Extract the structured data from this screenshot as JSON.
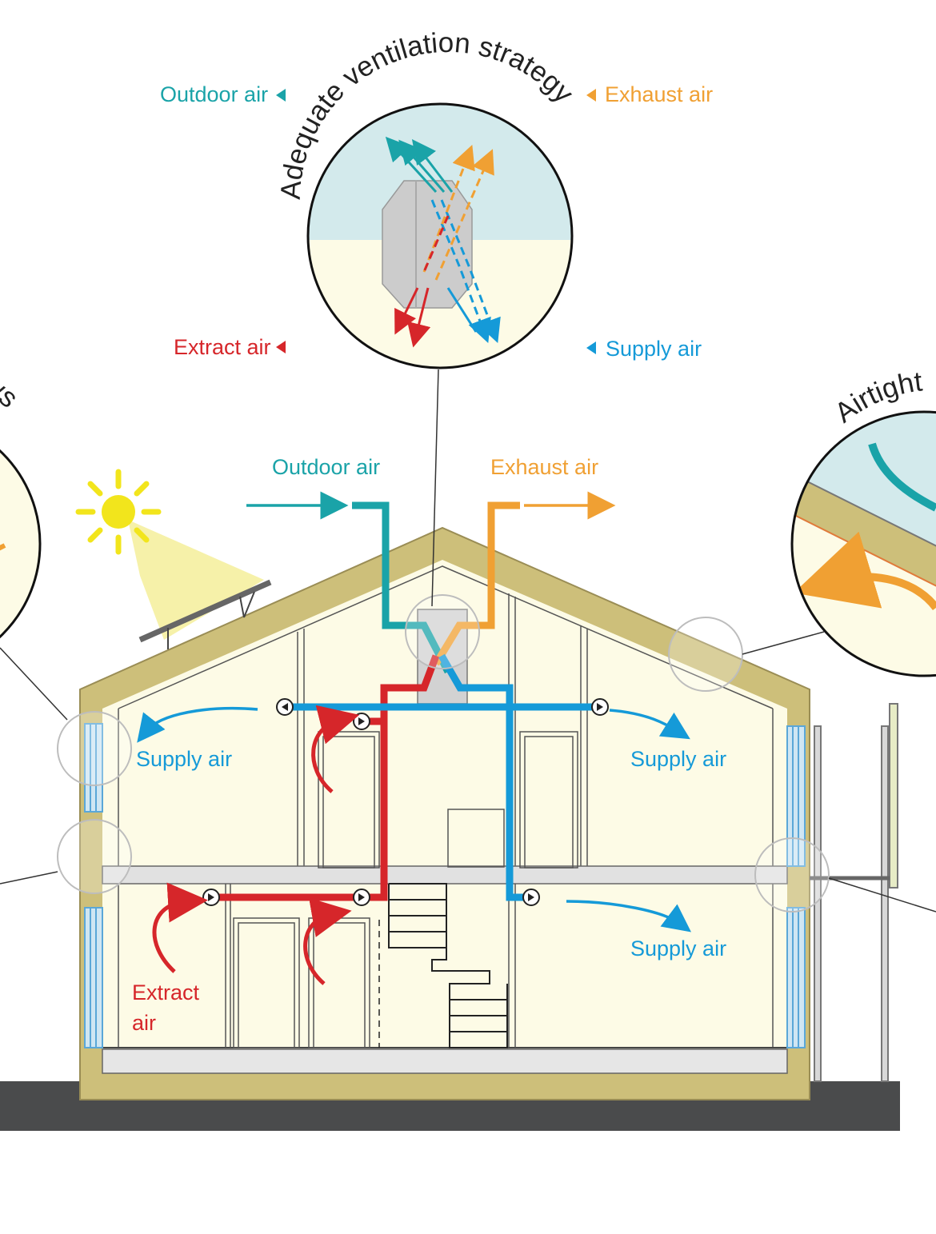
{
  "diagram": {
    "circle_titles": {
      "ventilation": "Adequate ventilation strategy",
      "airtight": "Airtight",
      "windows": "dows"
    },
    "heat_exchanger_labels": {
      "outdoor_air": "Outdoor air",
      "exhaust_air": "Exhaust air",
      "extract_air": "Extract air",
      "supply_air": "Supply air"
    },
    "roof_labels": {
      "outdoor_air": "Outdoor air",
      "exhaust_air": "Exhaust air"
    },
    "room_labels": {
      "supply_upper_left": "Supply air",
      "supply_upper_right": "Supply air",
      "supply_lower_right": "Supply air",
      "extract_line1": "Extract",
      "extract_line2": "air"
    },
    "colors": {
      "outdoor": "#1aa3a8",
      "exhaust": "#f0a033",
      "extract": "#d6262a",
      "supply": "#159ad8",
      "insulation": "#cdbf7a",
      "interior": "#fdfbe6",
      "ground": "#4a4b4c",
      "sun": "#f2e51c"
    }
  }
}
